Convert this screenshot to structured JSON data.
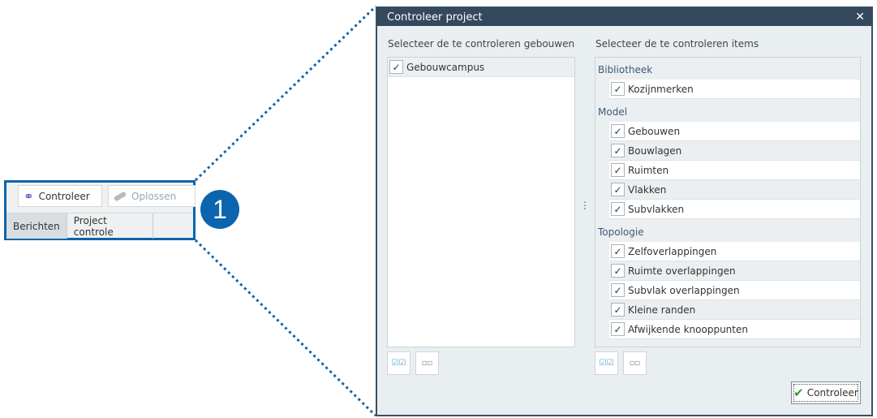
{
  "toolbar": {
    "check_label": "Controleer",
    "resolve_label": "Oplossen"
  },
  "tabs": [
    "Berichten",
    "Project controle"
  ],
  "callout_number": "1",
  "dialog": {
    "title": "Controleer project",
    "close": "✕",
    "left_label": "Selecteer de te controleren gebouwen",
    "right_label": "Selecteer de te controleren items",
    "buildings": [
      {
        "label": "Gebouwcampus",
        "checked": true
      }
    ],
    "groups": [
      {
        "name": "Bibliotheek",
        "items": [
          "Kozijnmerken"
        ]
      },
      {
        "name": "Model",
        "items": [
          "Gebouwen",
          "Bouwlagen",
          "Ruimten",
          "Vlakken",
          "Subvlakken"
        ]
      },
      {
        "name": "Topologie",
        "items": [
          "Zelfoverlappingen",
          "Ruimte overlappingen",
          "Subvlak overlappingen",
          "Kleine randen",
          "Afwijkende knooppunten"
        ]
      }
    ],
    "check_mark": "✓",
    "splitter": "⋮",
    "ok_label": "Controleer"
  }
}
